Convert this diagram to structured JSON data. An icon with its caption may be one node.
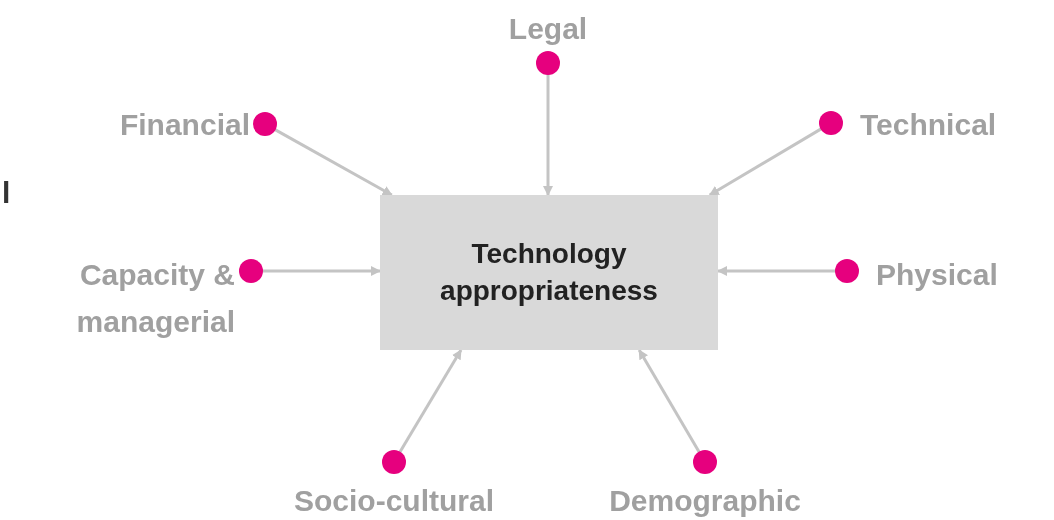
{
  "diagram": {
    "nodes": [
      {
        "text": [
          "Technology appropriateness"
        ]
      },
      {
        "text": [],
        "shape": "circle",
        "beside": [
          "Legal"
        ]
      },
      {
        "text": [],
        "shape": "circle",
        "beside": [
          "Financial"
        ]
      },
      {
        "text": [],
        "shape": "circle",
        "beside": [
          "Technical"
        ]
      },
      {
        "text": [],
        "shape": "circle",
        "beside": [
          "Capacity & managerial"
        ]
      },
      {
        "text": [],
        "shape": "circle",
        "beside": [
          "Physical"
        ]
      },
      {
        "text": [],
        "shape": "circle",
        "beside": [
          "Socio-cultural"
        ]
      },
      {
        "text": [],
        "shape": "circle",
        "beside": [
          "Demographic"
        ]
      }
    ],
    "edges": [
      {
        "from": 1,
        "to": 0,
        "arrow": "to"
      },
      {
        "from": 2,
        "to": 0,
        "arrow": "to"
      },
      {
        "from": 3,
        "to": 0,
        "arrow": "to"
      },
      {
        "from": 4,
        "to": 0,
        "arrow": "to"
      },
      {
        "from": 5,
        "to": 0,
        "arrow": "to"
      },
      {
        "from": 6,
        "to": 0,
        "arrow": "to"
      },
      {
        "from": 7,
        "to": 0,
        "arrow": "to"
      }
    ],
    "labels": [
      "l"
    ]
  }
}
